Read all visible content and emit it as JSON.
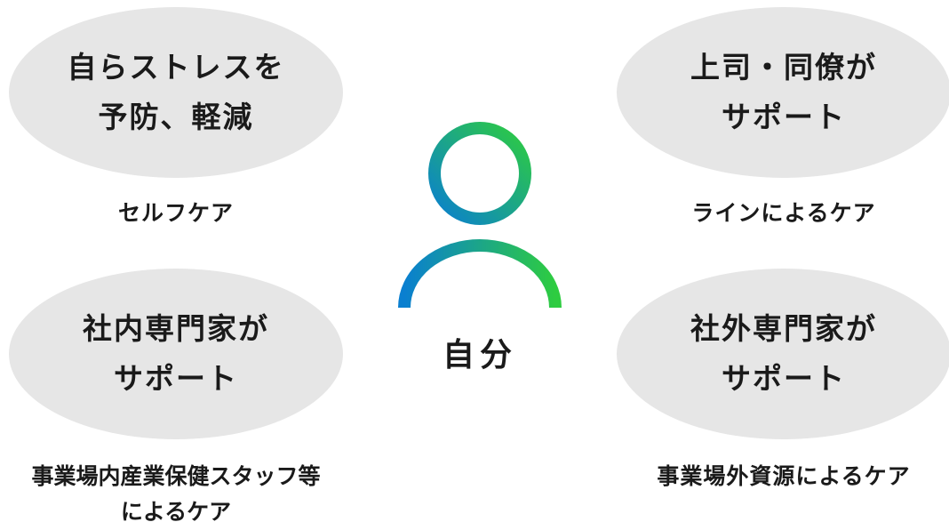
{
  "center": {
    "label": "自分"
  },
  "nodes": [
    {
      "id": "top-left",
      "lines": [
        "自らストレスを",
        "予防、軽減"
      ],
      "caption": [
        "セルフケア"
      ]
    },
    {
      "id": "top-right",
      "lines": [
        "上司・同僚が",
        "サポート"
      ],
      "caption": [
        "ラインによるケア"
      ]
    },
    {
      "id": "bottom-left",
      "lines": [
        "社内専門家が",
        "サポート"
      ],
      "caption": [
        "事業場内産業保健スタッフ等",
        "によるケア"
      ]
    },
    {
      "id": "bottom-right",
      "lines": [
        "社外専門家が",
        "サポート"
      ],
      "caption": [
        "事業場外資源によるケア"
      ]
    }
  ],
  "colors": {
    "ellipse_fill": "#e6e6e6",
    "gradient_start": "#0a7fd0",
    "gradient_end": "#2ecc40",
    "text": "#1a1a1a"
  },
  "icons": {
    "center": "person-icon"
  }
}
